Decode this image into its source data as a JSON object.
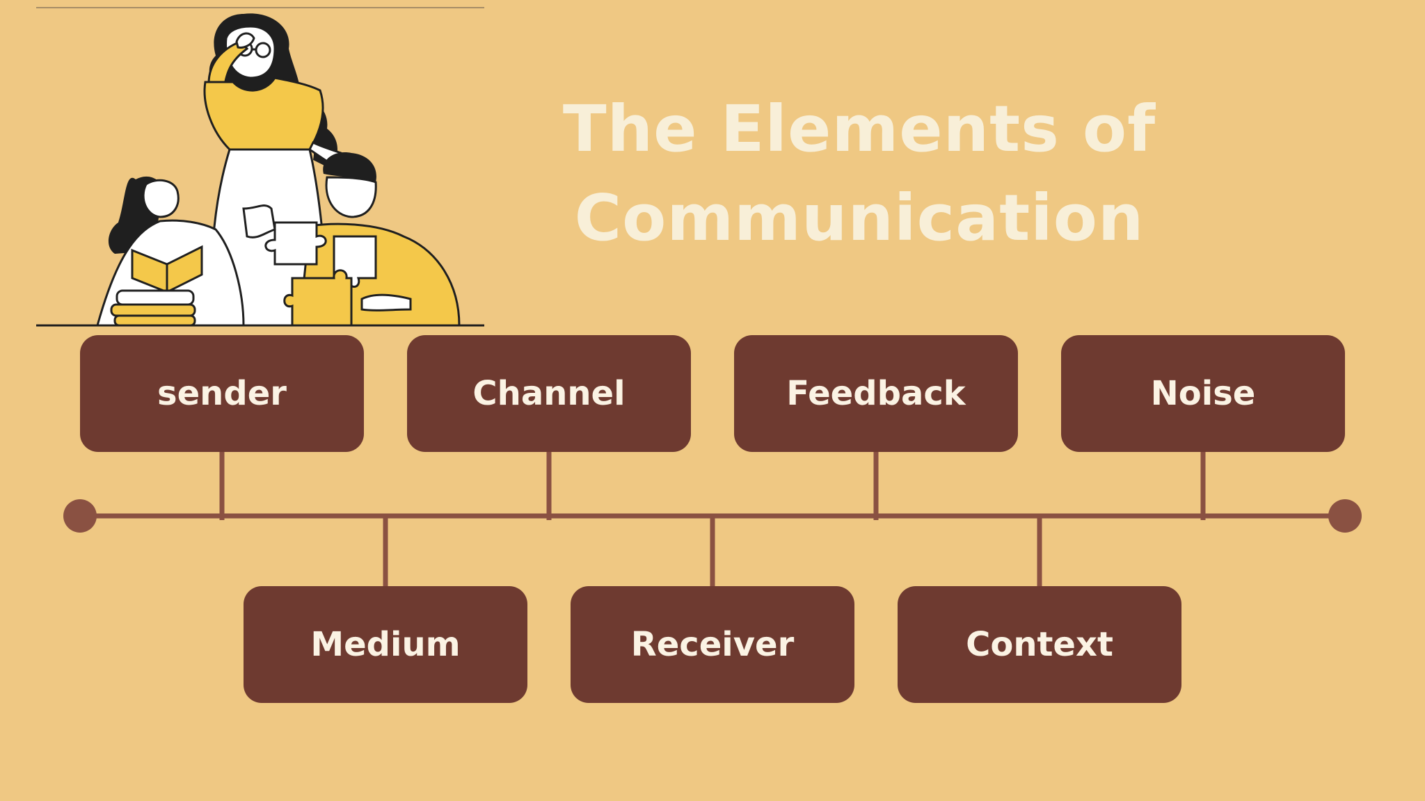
{
  "title": {
    "line1": "The Elements of",
    "line2": "Communication"
  },
  "elements_top": [
    "sender",
    "Channel",
    "Feedback",
    "Noise"
  ],
  "elements_bottom": [
    "Medium",
    "Receiver",
    "Context"
  ],
  "colors": {
    "background": "#efc883",
    "box": "#6e3a30",
    "box_text": "#fbf3e4",
    "title_text": "#f8efd8",
    "line": "#8a5142",
    "illustration_yellow": "#f4c84a"
  },
  "illustration": {
    "icon": "teacher-and-students-puzzle-illustration"
  }
}
